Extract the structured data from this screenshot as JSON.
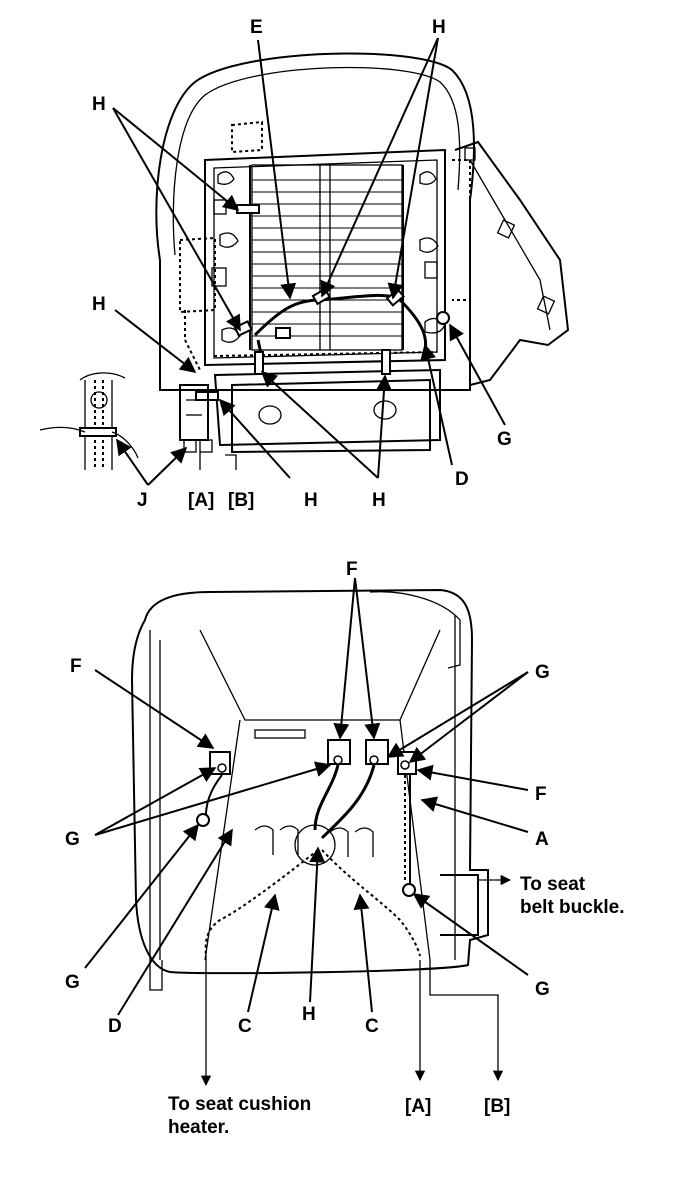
{
  "top_view": {
    "labels": {
      "E": "E",
      "H_top_left": "H",
      "H_top_right": "H",
      "H_mid_left": "H",
      "H_bottom_mid": "H",
      "H_bottom_right": "H",
      "G": "G",
      "D": "D",
      "J": "J"
    },
    "connector_a": "[A]",
    "connector_b": "[B]"
  },
  "bottom_view": {
    "labels": {
      "F_left": "F",
      "F_top": "F",
      "F_right": "F",
      "G_top_right": "G",
      "G_left_upper": "G",
      "G_left_lower": "G",
      "G_bottom_right": "G",
      "A": "A",
      "D": "D",
      "C_left": "C",
      "C_right": "C",
      "H": "H"
    },
    "connector_a": "[A]",
    "connector_b": "[B]",
    "note_buckle_line1": "To seat",
    "note_buckle_line2": "belt buckle.",
    "note_heater_line1": "To seat cushion",
    "note_heater_line2": "heater."
  }
}
